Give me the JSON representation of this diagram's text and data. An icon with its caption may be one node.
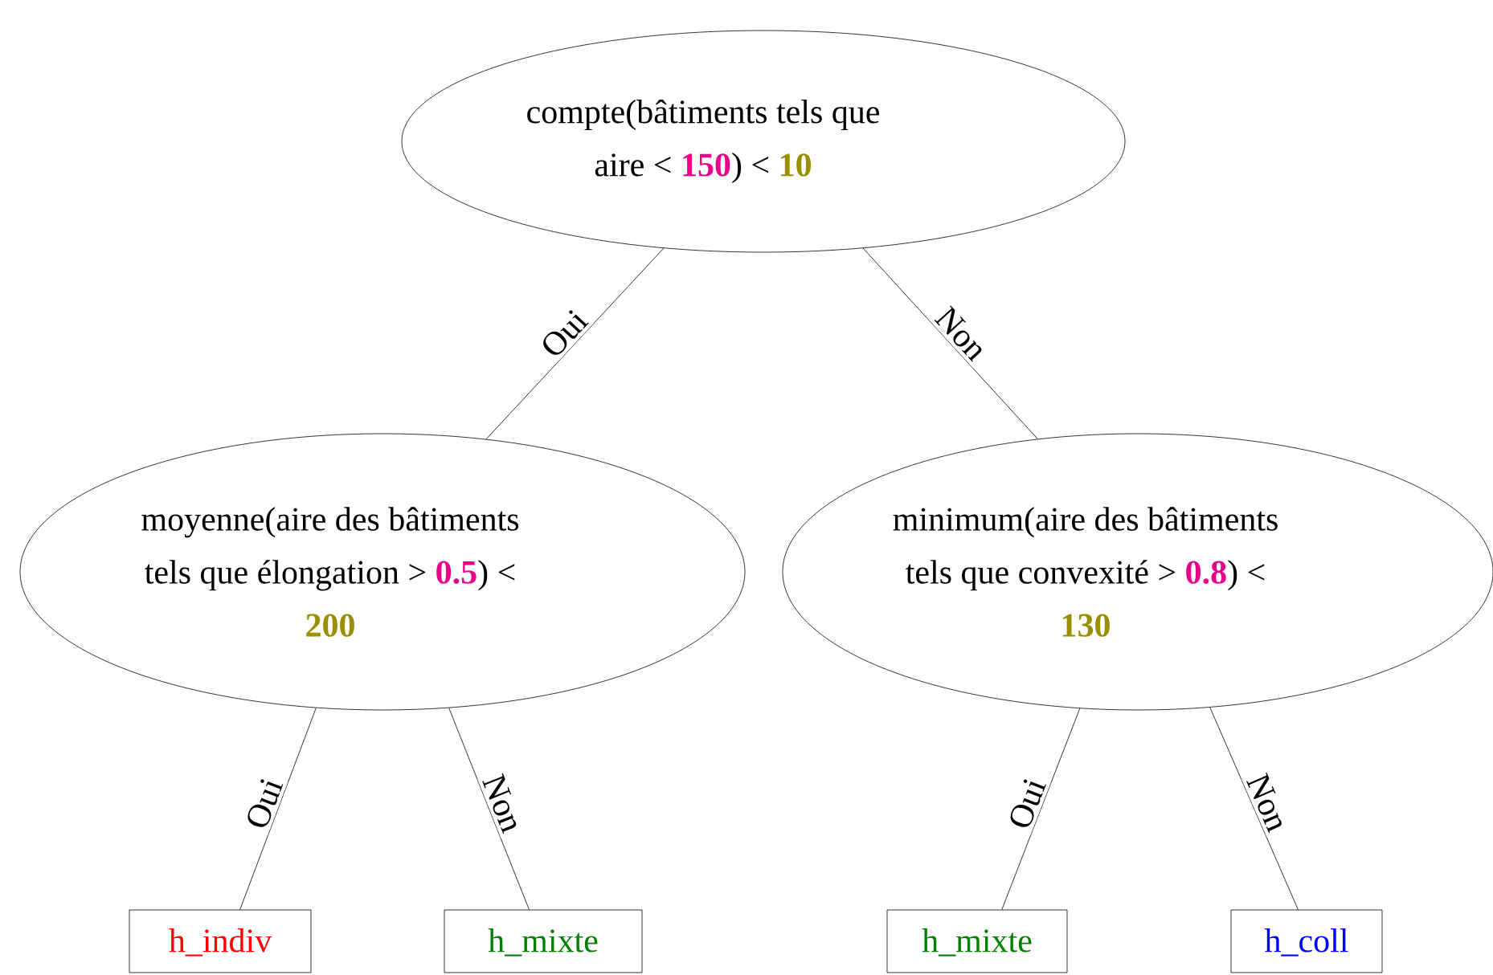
{
  "diagram": {
    "nodes": [
      {
        "text": [
          "compte(bâtiments tels que aire < **150**) < **10**"
        ]
      },
      {
        "text": [
          "moyenne(aire des bâtiments tels que élongation > **0.5**) < **200**"
        ]
      },
      {
        "text": [
          "minimum(aire des bâtiments tels que convexité > **0.8**) < **130**"
        ]
      },
      {
        "text": [
          "h_indiv"
        ]
      },
      {
        "text": [
          "h_mixte"
        ]
      },
      {
        "text": [
          "h_mixte"
        ]
      },
      {
        "text": [
          "h_coll"
        ]
      }
    ],
    "edges": [
      {
        "from": 0,
        "to": 1,
        "arrow": "none",
        "label": "Oui"
      },
      {
        "from": 0,
        "to": 2,
        "arrow": "none",
        "label": "Non"
      },
      {
        "from": 1,
        "to": 3,
        "arrow": "none",
        "label": "Oui"
      },
      {
        "from": 1,
        "to": 4,
        "arrow": "none",
        "label": "Non"
      },
      {
        "from": 2,
        "to": 5,
        "arrow": "none",
        "label": "Oui"
      },
      {
        "from": 2,
        "to": 6,
        "arrow": "none",
        "label": "Non"
      }
    ]
  }
}
